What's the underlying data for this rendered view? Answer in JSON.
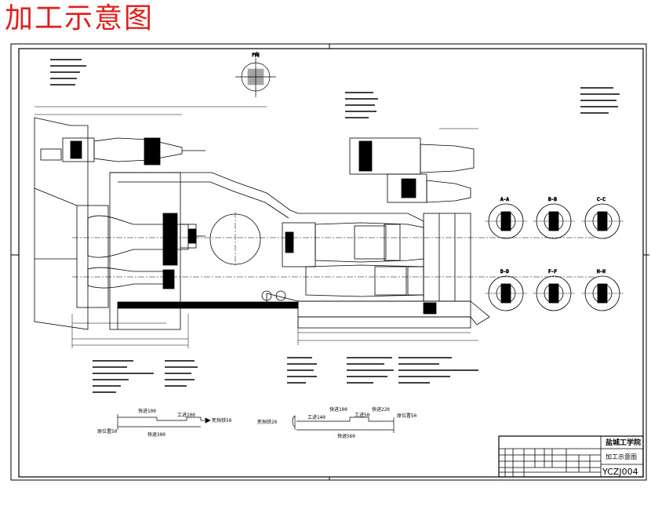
{
  "title": "加工示意图",
  "title_color": "#e0201c",
  "title_block": {
    "school": "盐城工学院",
    "drawing_name": "加工示意图",
    "drawing_code": "YCZJ004"
  },
  "cycle_left": {
    "fast_forward": "快进100",
    "work_feed": "工进200",
    "fast_return": "快退300",
    "stop_position": "原位置50",
    "dead_stop": "死挡铁50"
  },
  "cycle_right": {
    "dead_stop": "死挡铁20",
    "work_feed": "工进140",
    "fast_forward": "快进100",
    "work_feed_2": "工进50",
    "fast_feed": "快进220",
    "stop_position": "原位置50",
    "fast_return": "快退560"
  }
}
